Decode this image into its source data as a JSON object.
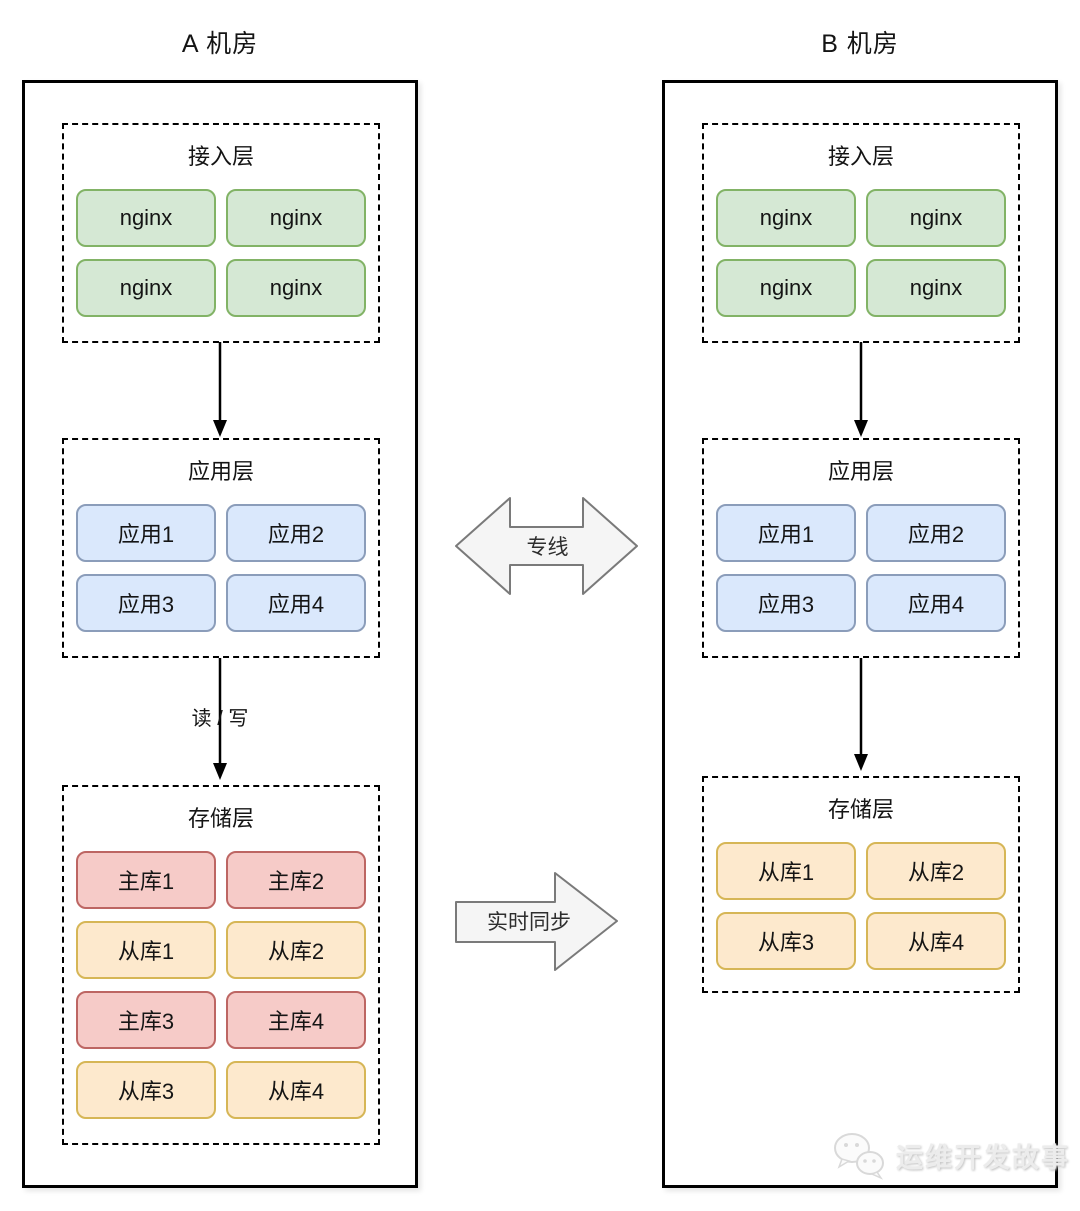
{
  "datacenters": [
    {
      "title": "A 机房",
      "layers": [
        {
          "title": "接入层",
          "nodes": [
            {
              "label": "nginx",
              "type": "green"
            },
            {
              "label": "nginx",
              "type": "green"
            },
            {
              "label": "nginx",
              "type": "green"
            },
            {
              "label": "nginx",
              "type": "green"
            }
          ]
        },
        {
          "title": "应用层",
          "nodes": [
            {
              "label": "应用1",
              "type": "blue"
            },
            {
              "label": "应用2",
              "type": "blue"
            },
            {
              "label": "应用3",
              "type": "blue"
            },
            {
              "label": "应用4",
              "type": "blue"
            }
          ]
        },
        {
          "title": "存储层",
          "nodes": [
            {
              "label": "主库1",
              "type": "pink"
            },
            {
              "label": "主库2",
              "type": "pink"
            },
            {
              "label": "从库1",
              "type": "orange"
            },
            {
              "label": "从库2",
              "type": "orange"
            },
            {
              "label": "主库3",
              "type": "pink"
            },
            {
              "label": "主库4",
              "type": "pink"
            },
            {
              "label": "从库3",
              "type": "orange"
            },
            {
              "label": "从库4",
              "type": "orange"
            }
          ]
        }
      ]
    },
    {
      "title": "B 机房",
      "layers": [
        {
          "title": "接入层",
          "nodes": [
            {
              "label": "nginx",
              "type": "green"
            },
            {
              "label": "nginx",
              "type": "green"
            },
            {
              "label": "nginx",
              "type": "green"
            },
            {
              "label": "nginx",
              "type": "green"
            }
          ]
        },
        {
          "title": "应用层",
          "nodes": [
            {
              "label": "应用1",
              "type": "blue"
            },
            {
              "label": "应用2",
              "type": "blue"
            },
            {
              "label": "应用3",
              "type": "blue"
            },
            {
              "label": "应用4",
              "type": "blue"
            }
          ]
        },
        {
          "title": "存储层",
          "nodes": [
            {
              "label": "从库1",
              "type": "orange"
            },
            {
              "label": "从库2",
              "type": "orange"
            },
            {
              "label": "从库3",
              "type": "orange"
            },
            {
              "label": "从库4",
              "type": "orange"
            }
          ]
        }
      ]
    }
  ],
  "connectors": {
    "dedicated_line": "专线",
    "realtime_sync": "实时同步",
    "read_write": "读 / 写"
  },
  "watermark": {
    "text": "运维开发故事"
  },
  "colors": {
    "green_fill": "#d5e8d4",
    "green_border": "#82b366",
    "blue_fill": "#dae8fc",
    "blue_border": "#8b9dba",
    "pink_fill": "#f6cbc8",
    "pink_border": "#bd6663",
    "orange_fill": "#fde9cd",
    "orange_border": "#d6b656",
    "big_arrow_fill": "#f5f5f5",
    "big_arrow_border": "#7a7a7a",
    "line_color": "#000000"
  }
}
